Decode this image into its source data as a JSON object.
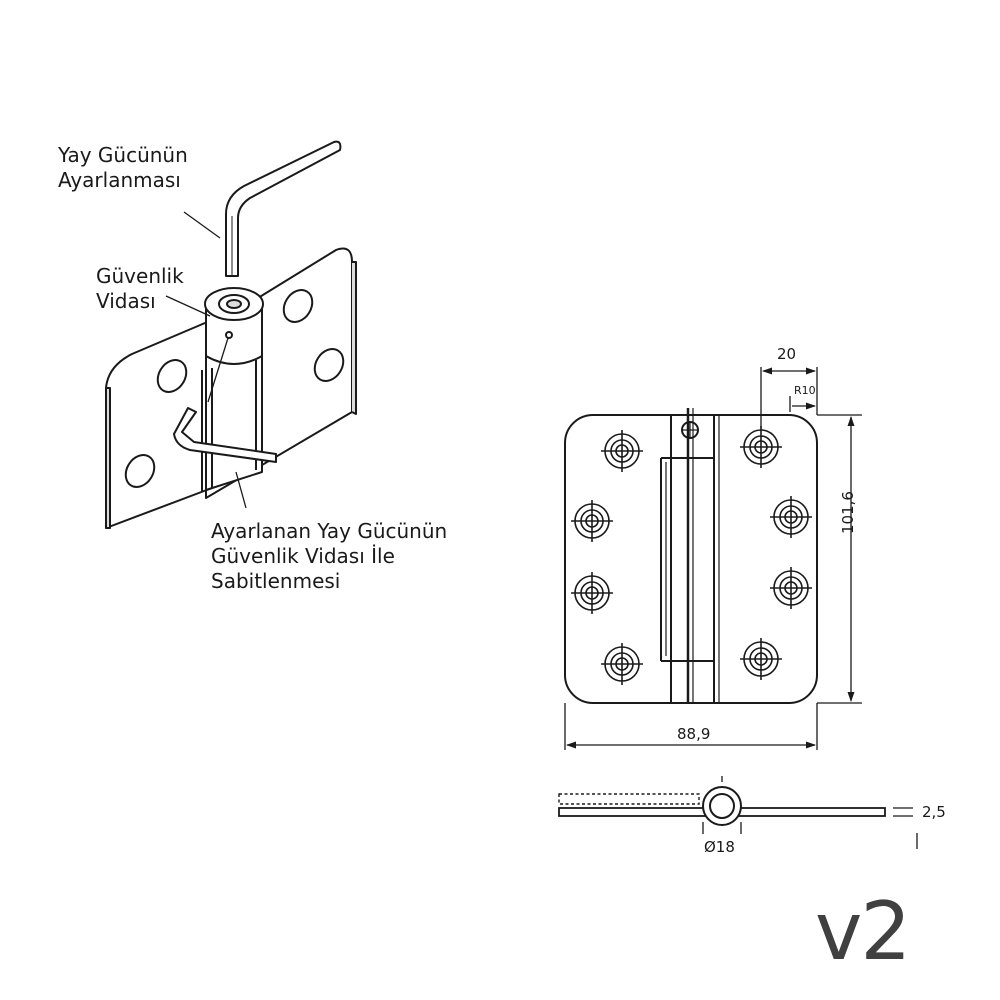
{
  "labels": {
    "spring_adjust": [
      "Yay Gücünün",
      "Ayarlanması"
    ],
    "safety_screw": [
      "Güvenlik",
      "Vidası"
    ],
    "fixing": [
      "Ayarlanan Yay Gücünün",
      "Güvenlik Vidası İle",
      "Sabitlenmesi"
    ]
  },
  "dimensions": {
    "hole_offset": "20",
    "corner_radius": "R10",
    "height": "101,6",
    "width": "88,9",
    "thickness": "2,5",
    "knuckle_diameter": "Ø18"
  },
  "version": "v2"
}
